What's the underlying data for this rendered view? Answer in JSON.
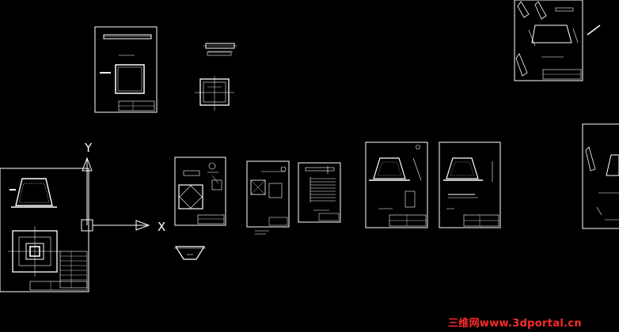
{
  "workspace": {
    "background": "#000000",
    "line_color": "#ffffff",
    "watermark_color": "#ff2a2a"
  },
  "ucs_icon": {
    "x_axis_label": "X",
    "y_axis_label": "Y"
  },
  "watermark": {
    "text": "三维网www.3dportal.cn"
  },
  "drawing_sheets": [
    {
      "name": "sheet-top-square-frame"
    },
    {
      "name": "sheet-left-manhole-plan"
    },
    {
      "name": "sheet-section-detail-1"
    },
    {
      "name": "sheet-section-detail-2"
    },
    {
      "name": "sheet-stair-detail"
    },
    {
      "name": "sheet-trapezoid-section-1"
    },
    {
      "name": "sheet-trapezoid-section-2"
    },
    {
      "name": "sheet-top-right-partial"
    },
    {
      "name": "sheet-right-edge-partial"
    }
  ]
}
